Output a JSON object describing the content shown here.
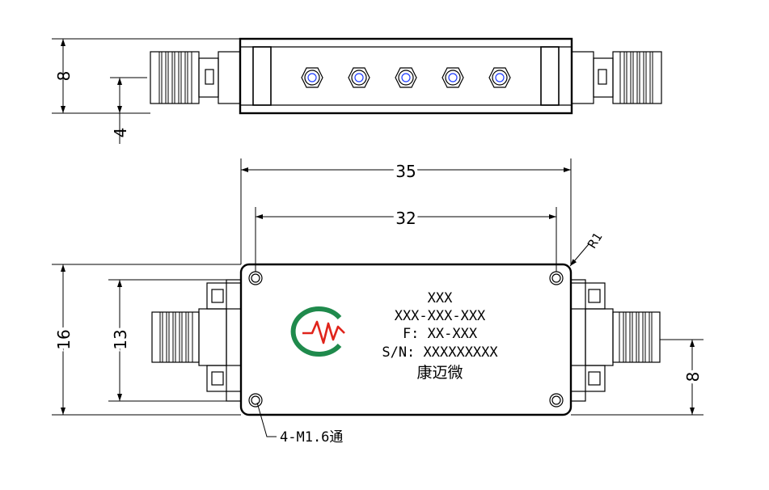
{
  "dimensions": {
    "top_height": "8",
    "top_offset": "4",
    "overall_length": "35",
    "hole_spacing": "32",
    "corner_radius": "R1",
    "overall_width": "16",
    "hole_width": "13",
    "connector_offset": "8"
  },
  "nameplate": {
    "line1": "XXX",
    "line2": "XXX-XXX-XXX",
    "line3": "F: XX-XXX",
    "line4": "S/N: XXXXXXXXX",
    "line5": "康迈微"
  },
  "mount_note": "4-M1.6通",
  "colors": {
    "line": "#000000",
    "logo_red": "#e0241b",
    "logo_green": "#1f8a4c",
    "tuning_blue": "#1e3cff"
  }
}
